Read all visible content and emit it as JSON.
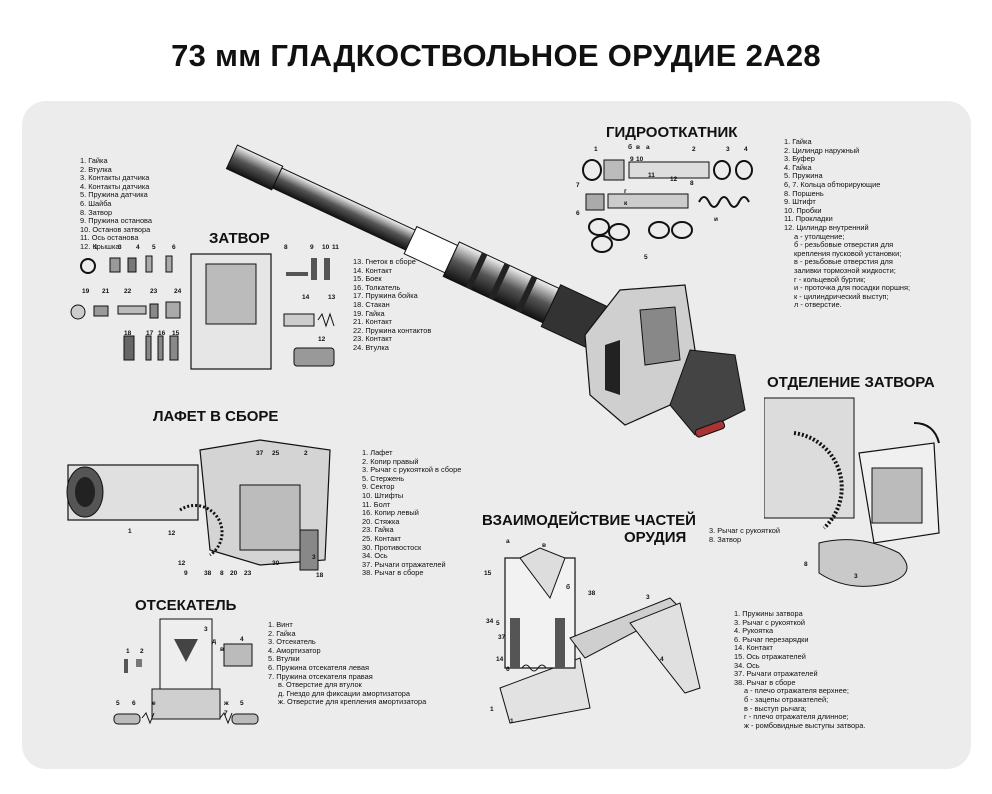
{
  "title": "73 мм ГЛАДКОСТВОЛЬНОЕ ОРУДИЕ 2А28",
  "sections": {
    "gidrootkatnik": {
      "title": "ГИДРООТКАТНИК",
      "items": [
        "1. Гайка",
        "2. Цилиндр наружный",
        "3. Буфер",
        "4. Гайка",
        "5. Пружина",
        "6, 7. Кольца обтюрирующие",
        "8. Поршень",
        "9. Штифт",
        "10. Пробки",
        "11. Прокладки",
        "12. Цилиндр внутренний"
      ],
      "subitems": [
        "а - утолщение;",
        "б - резьбовые отверстия для",
        "крепления пусковой установки;",
        "в - резьбовые отверстия для",
        "заливки тормозной жидкости;",
        "г - кольцевой буртик;",
        "и - проточка для посадки поршня;",
        "к - цилиндрический выступ;",
        "л - отверстие."
      ],
      "callouts": [
        "1",
        "б",
        "в",
        "а",
        "2",
        "3",
        "4",
        "9",
        "10",
        "11",
        "12",
        "8",
        "7",
        "6",
        "5",
        "и",
        "г",
        "к"
      ]
    },
    "zatvor": {
      "title": "ЗАТВОР",
      "items_left": [
        "1. Гайка",
        "2. Втулка",
        "3. Контакты датчика",
        "4. Контакты датчика",
        "5. Пружина датчика",
        "6. Шайба",
        "8. Затвор",
        "9. Пружина останова",
        "10. Останов затвора",
        "11. Ось останова",
        "12. Крышка"
      ],
      "items_right": [
        "13. Гнеток в сборе",
        "14. Контакт",
        "15. Боек",
        "16. Толкатель",
        "17. Пружина бойка",
        "18. Стакан",
        "19. Гайка",
        "21. Контакт",
        "22. Пружина контактов",
        "23. Контакт",
        "24. Втулка"
      ],
      "callouts": [
        "1",
        "3",
        "4",
        "5",
        "6",
        "19",
        "21",
        "22",
        "23",
        "24",
        "18",
        "17",
        "16",
        "15",
        "8",
        "9",
        "10",
        "11",
        "14",
        "13",
        "12"
      ]
    },
    "lafet": {
      "title": "ЛАФЕТ В СБОРЕ",
      "items": [
        "1. Лафет",
        "2. Копир правый",
        "3. Рычаг с рукояткой в сборе",
        "5. Стержень",
        "9. Сектор",
        "10. Штифты",
        "11. Болт",
        "16. Копир левый",
        "20. Стяжка",
        "23. Гайка",
        "25. Контакт",
        "30. Противостоск",
        "34. Ось",
        "37. Рычаги отражателей",
        "38. Рычаг в сборе"
      ],
      "callouts": [
        "37",
        "25",
        "2",
        "12",
        "1",
        "12",
        "9",
        "38",
        "8",
        "20",
        "23",
        "30",
        "18",
        "3"
      ]
    },
    "otdelenie": {
      "title": "ОТДЕЛЕНИЕ ЗАТВОРА",
      "items": [
        "3. Рычаг с рукояткой",
        "8. Затвор"
      ],
      "callouts": [
        "8",
        "3"
      ]
    },
    "otsekatel": {
      "title": "ОТСЕКАТЕЛЬ",
      "items": [
        "1. Винт",
        "2. Гайка",
        "3. Отсекатель",
        "4. Амортизатор",
        "5. Втулки",
        "6. Пружина отсекателя левая",
        "7. Пружина отсекателя правая"
      ],
      "subitems": [
        "в. Отверстие для втулок",
        "д. Гнездо для фиксации амортизатора",
        "ж. Отверстие для крепления амортизатора"
      ],
      "callouts": [
        "3",
        "д",
        "в",
        "4",
        "1",
        "2",
        "5",
        "6",
        "е",
        "ж",
        "7",
        "5"
      ]
    },
    "vzaimodeystvie": {
      "title": "ВЗАИМОДЕЙСТВИЕ ЧАСТЕЙ",
      "title2": "ОРУДИЯ",
      "items": [
        "1. Пружины затвора",
        "3. Рычаг с рукояткой",
        "4. Рукоятка",
        "6. Рычаг перезарядки",
        "14. Контакт",
        "15. Ось отражателей",
        "34. Ось",
        "37. Рычаги отражателей",
        "38. Рычаг в сборе"
      ],
      "subitems": [
        "а - плечо отражателя верхнее;",
        "б - зацепы отражателей;",
        "в - выступ рычага;",
        "г - плечо отражателя длинное;",
        "ж - ромбовидные выступы затвора."
      ],
      "callouts": [
        "а",
        "в",
        "15",
        "б",
        "38",
        "3",
        "34",
        "5",
        "37",
        "14",
        "6",
        "4",
        "1",
        "1"
      ]
    }
  },
  "colors": {
    "panel": "#ececec",
    "page": "#ffffff",
    "text": "#111111"
  }
}
